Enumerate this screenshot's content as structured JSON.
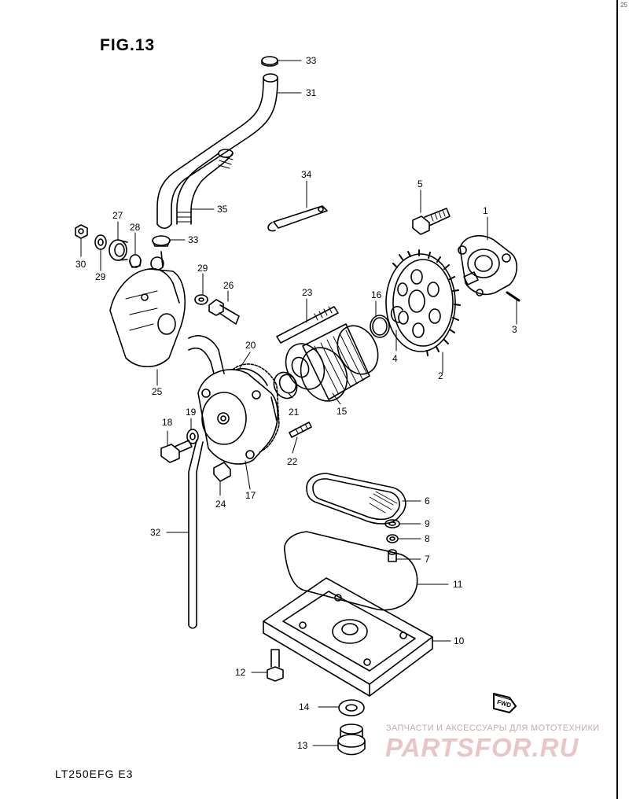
{
  "figure": {
    "title": "FIG.13",
    "model": "LT250EFG E3",
    "corner_mark": "25"
  },
  "watermark": {
    "top_text": "ЗАПЧАСТИ И АКСЕССУАРЫ ДЛЯ МОТОТЕХНИКИ",
    "logo": "PARTSFOR.RU"
  },
  "direction_badge": "FWD",
  "callouts": [
    {
      "id": "33a",
      "label": "33"
    },
    {
      "id": "31",
      "label": "31"
    },
    {
      "id": "35",
      "label": "35"
    },
    {
      "id": "34",
      "label": "34"
    },
    {
      "id": "5",
      "label": "5"
    },
    {
      "id": "1",
      "label": "1"
    },
    {
      "id": "27",
      "label": "27"
    },
    {
      "id": "28",
      "label": "28"
    },
    {
      "id": "33b",
      "label": "33"
    },
    {
      "id": "30",
      "label": "30"
    },
    {
      "id": "29a",
      "label": "29"
    },
    {
      "id": "29b",
      "label": "29"
    },
    {
      "id": "26",
      "label": "26"
    },
    {
      "id": "23",
      "label": "23"
    },
    {
      "id": "16",
      "label": "16"
    },
    {
      "id": "3",
      "label": "3"
    },
    {
      "id": "4",
      "label": "4"
    },
    {
      "id": "2",
      "label": "2"
    },
    {
      "id": "20",
      "label": "20"
    },
    {
      "id": "25",
      "label": "25"
    },
    {
      "id": "19",
      "label": "19"
    },
    {
      "id": "18",
      "label": "18"
    },
    {
      "id": "21",
      "label": "21"
    },
    {
      "id": "15",
      "label": "15"
    },
    {
      "id": "22",
      "label": "22"
    },
    {
      "id": "24",
      "label": "24"
    },
    {
      "id": "17",
      "label": "17"
    },
    {
      "id": "6",
      "label": "6"
    },
    {
      "id": "9",
      "label": "9"
    },
    {
      "id": "8",
      "label": "8"
    },
    {
      "id": "7",
      "label": "7"
    },
    {
      "id": "32",
      "label": "32"
    },
    {
      "id": "11",
      "label": "11"
    },
    {
      "id": "10",
      "label": "10"
    },
    {
      "id": "12",
      "label": "12"
    },
    {
      "id": "14",
      "label": "14"
    },
    {
      "id": "13",
      "label": "13"
    }
  ]
}
